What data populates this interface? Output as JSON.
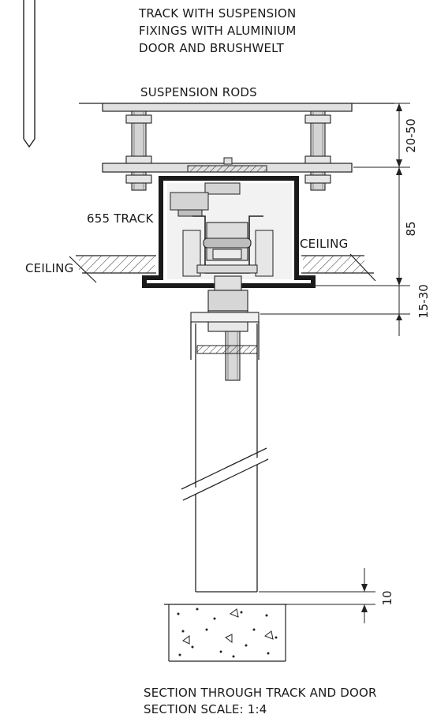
{
  "header": {
    "line1": "TRACK WITH SUSPENSION",
    "line2": "FIXINGS WITH ALUMINIUM",
    "line3": "DOOR AND BRUSHWELT"
  },
  "labels": {
    "suspension_rods": "SUSPENSION RODS",
    "track": "655 TRACK",
    "ceiling_left": "CEILING",
    "ceiling_right": "CEILING"
  },
  "dimensions": {
    "rods": "20-50",
    "track_height": "85",
    "gap_top": "15-30",
    "gap_bottom": "10"
  },
  "footer": {
    "line1": "SECTION THROUGH TRACK AND DOOR",
    "line2": "SECTION SCALE:  1:4"
  },
  "colors": {
    "line": "#222222",
    "fill_grey": "#d9d9d9",
    "fill_light": "#ebebeb",
    "track_black": "#1a1a1a"
  }
}
